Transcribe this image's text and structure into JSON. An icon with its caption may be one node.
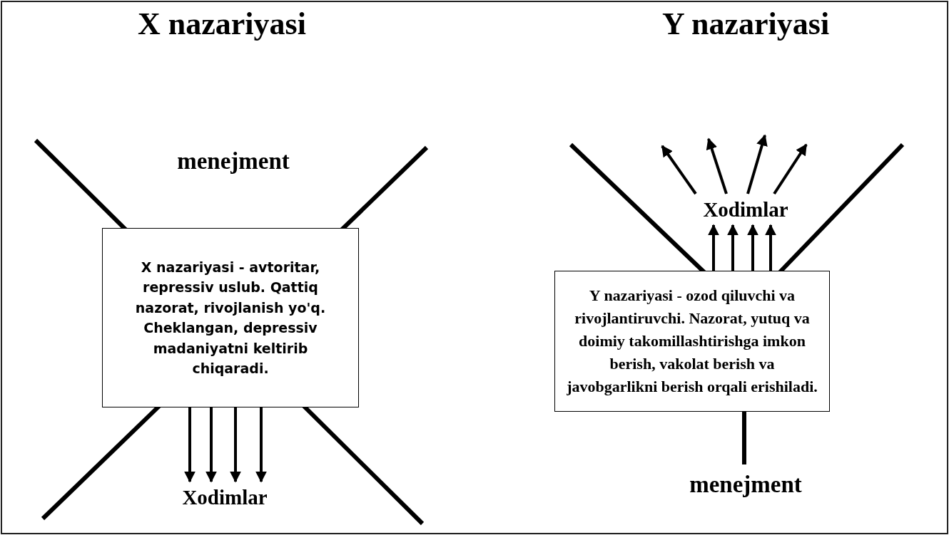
{
  "diagram": {
    "nodes": [
      {
        "text": [
          "X nazariyasi - avtoritar, repressiv uslub. Qattiq nazorat, rivojlanish yo'q. Cheklangan, depressiv madaniyatni keltirib chiqaradi."
        ]
      },
      {
        "text": [
          "Xodimlar"
        ]
      },
      {
        "text": [
          "Xodimlar"
        ]
      },
      {
        "text": [
          "Y nazariyasi - ozod qiluvchi va rivojlantiruvchi. Nazorat, yutuq va doimiy takomillashtirishga imkon berish, vakolat berish va javobgarlikni berish orqali erishiladi."
        ]
      }
    ],
    "edges": [
      {
        "from": 0,
        "to": 1,
        "arrow": "to"
      },
      {
        "from": 0,
        "to": 1,
        "arrow": "to"
      },
      {
        "from": 0,
        "to": 1,
        "arrow": "to"
      },
      {
        "from": 0,
        "to": 1,
        "arrow": "to"
      },
      {
        "from": 3,
        "to": 2,
        "arrow": "to"
      },
      {
        "from": 3,
        "to": 2,
        "arrow": "to"
      },
      {
        "from": 3,
        "to": 2,
        "arrow": "to"
      },
      {
        "from": 3,
        "to": 2,
        "arrow": "to"
      },
      {
        "from": 2,
        "to": null,
        "arrow": "to"
      },
      {
        "from": 2,
        "to": null,
        "arrow": "to"
      },
      {
        "from": 2,
        "to": null,
        "arrow": "to"
      },
      {
        "from": 2,
        "to": null,
        "arrow": "to"
      }
    ],
    "labels": [
      "X nazariyasi",
      "Y nazariyasi",
      "menejment",
      "menejment"
    ]
  }
}
